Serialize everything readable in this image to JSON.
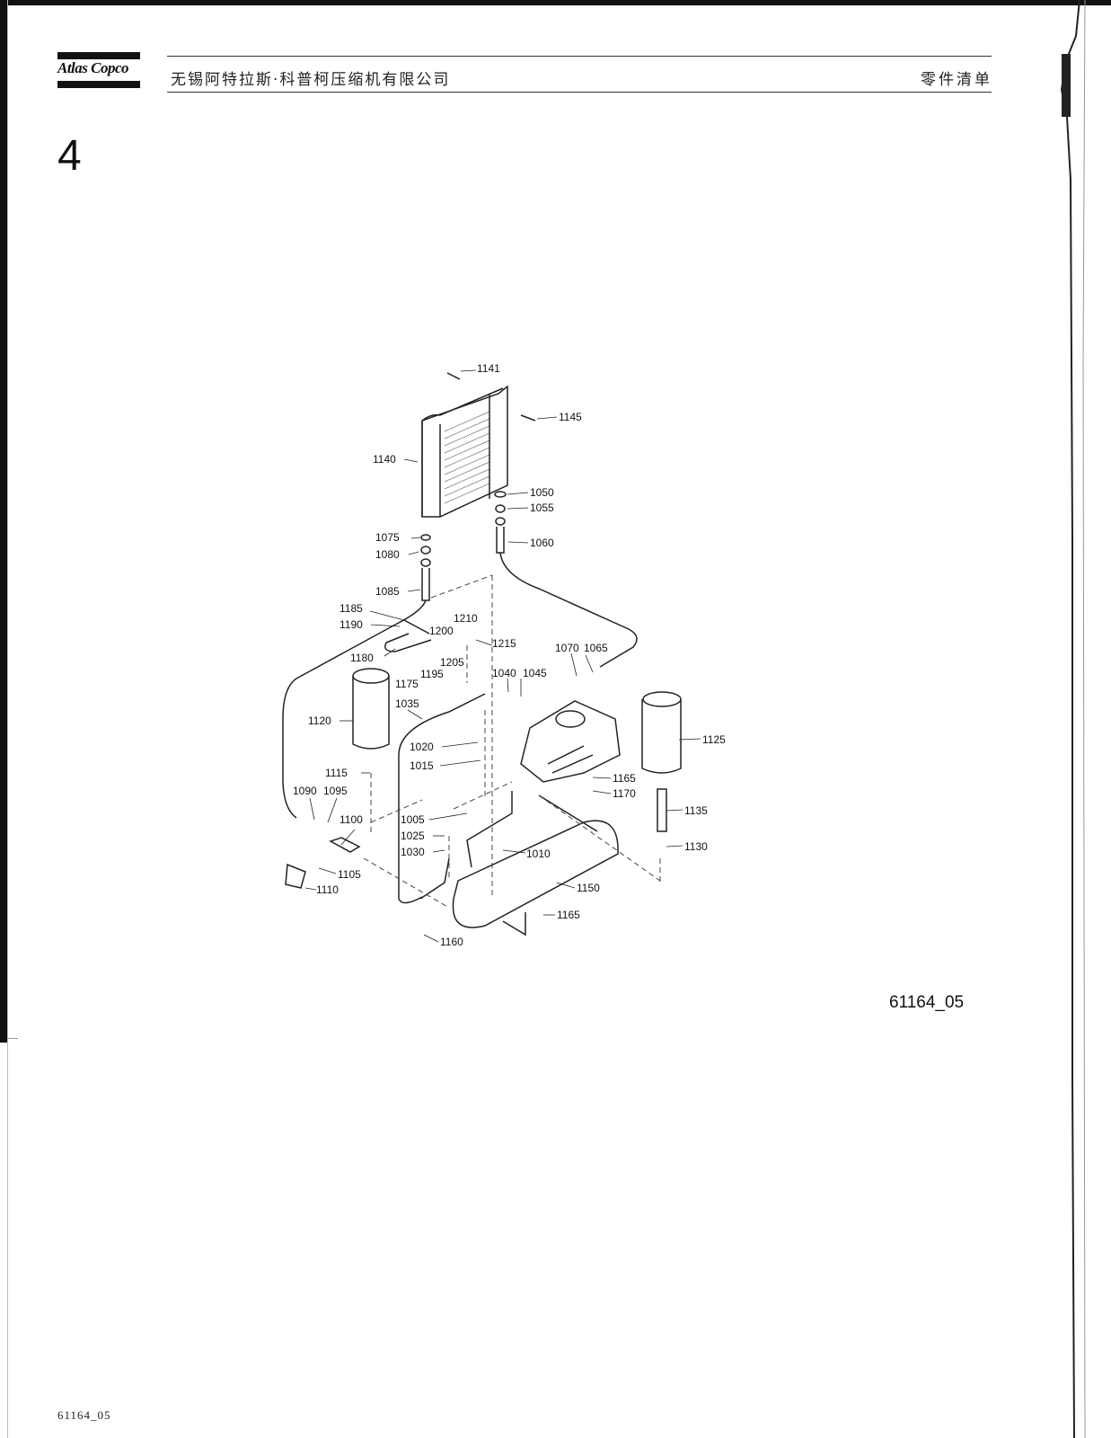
{
  "header": {
    "logo": "Atlas Copco",
    "company_name": "无锡阿特拉斯·科普柯压缩机有限公司",
    "document_type": "零件清单"
  },
  "section_number": "4",
  "figure_id": "61164_05",
  "footer_id": "61164_05",
  "part_callouts": [
    {
      "id": "p1141",
      "label": "1141"
    },
    {
      "id": "p1145",
      "label": "1145"
    },
    {
      "id": "p1140",
      "label": "1140"
    },
    {
      "id": "p1050",
      "label": "1050"
    },
    {
      "id": "p1055",
      "label": "1055"
    },
    {
      "id": "p1060",
      "label": "1060"
    },
    {
      "id": "p1075",
      "label": "1075"
    },
    {
      "id": "p1080",
      "label": "1080"
    },
    {
      "id": "p1085",
      "label": "1085"
    },
    {
      "id": "p1185",
      "label": "1185"
    },
    {
      "id": "p1190",
      "label": "1190"
    },
    {
      "id": "p1210",
      "label": "1210"
    },
    {
      "id": "p1200",
      "label": "1200"
    },
    {
      "id": "p1215",
      "label": "1215"
    },
    {
      "id": "p1180",
      "label": "1180"
    },
    {
      "id": "p1205",
      "label": "1205"
    },
    {
      "id": "p1195",
      "label": "1195"
    },
    {
      "id": "p1175",
      "label": "1175"
    },
    {
      "id": "p1070",
      "label": "1070"
    },
    {
      "id": "p1065",
      "label": "1065"
    },
    {
      "id": "p1040",
      "label": "1040"
    },
    {
      "id": "p1045",
      "label": "1045"
    },
    {
      "id": "p1035",
      "label": "1035"
    },
    {
      "id": "p1120",
      "label": "1120"
    },
    {
      "id": "p1125",
      "label": "1125"
    },
    {
      "id": "p1020",
      "label": "1020"
    },
    {
      "id": "p1015",
      "label": "1015"
    },
    {
      "id": "p1115",
      "label": "1115"
    },
    {
      "id": "p1165a",
      "label": "1165"
    },
    {
      "id": "p1170",
      "label": "1170"
    },
    {
      "id": "p1090",
      "label": "1090"
    },
    {
      "id": "p1095",
      "label": "1095"
    },
    {
      "id": "p1100",
      "label": "1100"
    },
    {
      "id": "p1135",
      "label": "1135"
    },
    {
      "id": "p1005",
      "label": "1005"
    },
    {
      "id": "p1025",
      "label": "1025"
    },
    {
      "id": "p1030",
      "label": "1030"
    },
    {
      "id": "p1010",
      "label": "1010"
    },
    {
      "id": "p1130",
      "label": "1130"
    },
    {
      "id": "p1105",
      "label": "1105"
    },
    {
      "id": "p1110",
      "label": "1110"
    },
    {
      "id": "p1150",
      "label": "1150"
    },
    {
      "id": "p1165b",
      "label": "1165"
    },
    {
      "id": "p1160",
      "label": "1160"
    }
  ]
}
